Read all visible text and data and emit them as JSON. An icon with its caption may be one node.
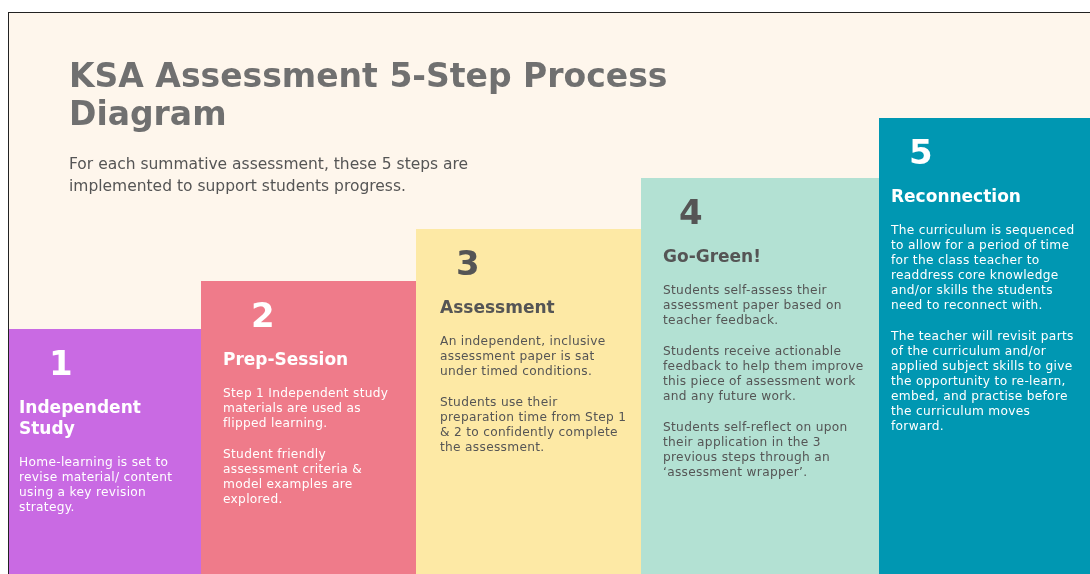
{
  "diagram": {
    "title": "KSA Assessment 5-Step Process Diagram",
    "nodes": [
      {
        "text": [
          "1",
          "Independent Study",
          "Home-learning is set to revise material/ content using a key revision strategy."
        ]
      },
      {
        "text": [
          "2",
          "Prep-Session",
          "Step 1 Independent study materials are used as flipped learning.",
          "Student friendly assessment criteria & model examples are explored."
        ]
      },
      {
        "text": [
          "3",
          "Assessment",
          "An independent, inclusive assessment paper is sat under timed conditions.",
          "Students use their preparation time from Step 1 & 2 to confidently complete the assessment."
        ]
      },
      {
        "text": [
          "4",
          "Go-Green!",
          "Students self-assess their assessment paper based on teacher feedback.",
          "Students receive actionable feedback to help them improve this piece of assessment work and any future work.",
          "Students self-reflect on upon their application in the 3 previous steps through an ‘assessment wrapper’."
        ]
      },
      {
        "text": [
          "5",
          "Reconnection",
          "The curriculum is sequenced to allow for a period of time for the class teacher to readdress core knowledge and/or skills the students need to reconnect with.",
          "The teacher will revisit parts of the curriculum and/or applied subject skills to give the opportunity to re-learn, embed, and practise before the curriculum moves forward."
        ]
      }
    ],
    "labels": [
      "For each summative assessment, these 5 steps are implemented to support students progress."
    ]
  }
}
